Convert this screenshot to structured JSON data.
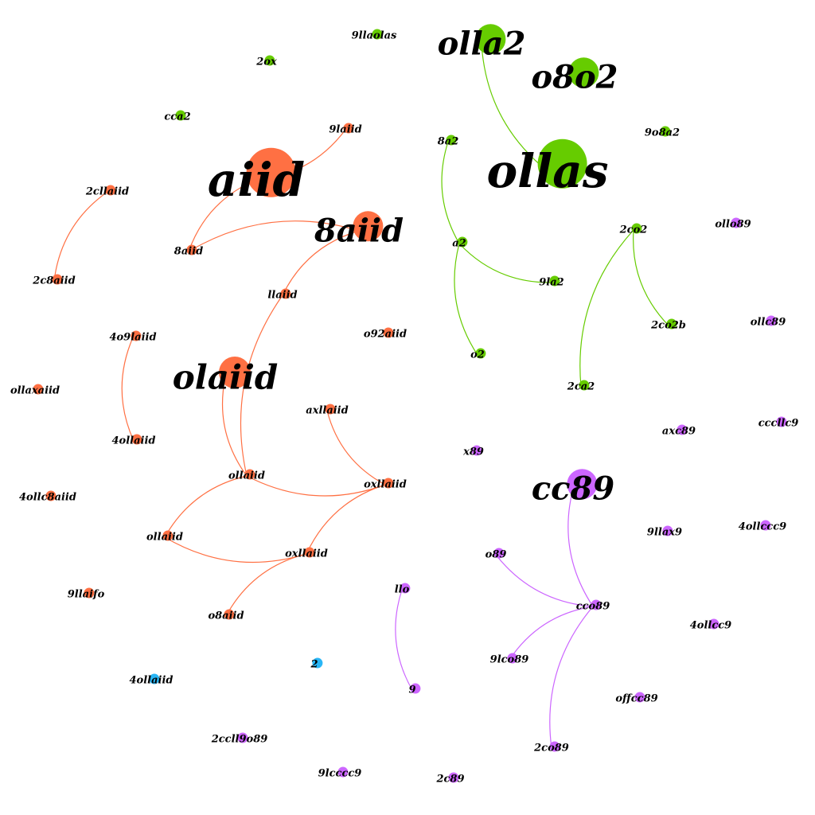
{
  "colors": {
    "orange": "#ff7043",
    "green": "#66cc00",
    "purple": "#cc66ff",
    "blue": "#29b6f6",
    "orange_edge": "#ff7043",
    "green_edge": "#66cc00",
    "purple_edge": "#cc66ff"
  },
  "nodes": [
    {
      "id": "n1",
      "label": "9llaolas",
      "cluster": "green",
      "weight": 1
    },
    {
      "id": "n2",
      "label": "olla2",
      "cluster": "green",
      "weight": 4
    },
    {
      "id": "n3",
      "label": "2ox",
      "cluster": "green",
      "weight": 1
    },
    {
      "id": "n4",
      "label": "o8o2",
      "cluster": "green",
      "weight": 4
    },
    {
      "id": "n5",
      "label": "ollas",
      "cluster": "green",
      "weight": 7
    },
    {
      "id": "n6",
      "label": "9o8a2",
      "cluster": "green",
      "weight": 1
    },
    {
      "id": "n7",
      "label": "8a2",
      "cluster": "green",
      "weight": 1
    },
    {
      "id": "n8",
      "label": "a2",
      "cluster": "green",
      "weight": 1
    },
    {
      "id": "n9",
      "label": "9la2",
      "cluster": "green",
      "weight": 1
    },
    {
      "id": "n10",
      "label": "o2",
      "cluster": "green",
      "weight": 1
    },
    {
      "id": "n11",
      "label": "2co2",
      "cluster": "green",
      "weight": 1
    },
    {
      "id": "n12",
      "label": "2co2b",
      "cluster": "green",
      "weight": 1
    },
    {
      "id": "n13",
      "label": "2ca2",
      "cluster": "green",
      "weight": 1
    },
    {
      "id": "n14",
      "label": "cca2",
      "cluster": "green",
      "weight": 1
    },
    {
      "id": "o1",
      "label": "aiid",
      "cluster": "orange",
      "weight": 7
    },
    {
      "id": "o2",
      "label": "9laiid",
      "cluster": "orange",
      "weight": 1
    },
    {
      "id": "o3",
      "label": "8aiid",
      "cluster": "orange",
      "weight": 4
    },
    {
      "id": "o4",
      "label": "8aiid",
      "cluster": "orange",
      "weight": 1
    },
    {
      "id": "o5",
      "label": "2cllaiid",
      "cluster": "orange",
      "weight": 1
    },
    {
      "id": "o6",
      "label": "2c8aiid",
      "cluster": "orange",
      "weight": 1
    },
    {
      "id": "o7",
      "label": "llaiid",
      "cluster": "orange",
      "weight": 1
    },
    {
      "id": "o8",
      "label": "olaiid",
      "cluster": "orange",
      "weight": 6
    },
    {
      "id": "o9",
      "label": "4o9laiid",
      "cluster": "orange",
      "weight": 1
    },
    {
      "id": "o10",
      "label": "4ollaiid",
      "cluster": "orange",
      "weight": 1
    },
    {
      "id": "o11",
      "label": "o92aiid",
      "cluster": "orange",
      "weight": 1
    },
    {
      "id": "o12",
      "label": "ollaxaiid",
      "cluster": "orange",
      "weight": 1
    },
    {
      "id": "o13",
      "label": "axllaiid",
      "cluster": "orange",
      "weight": 1
    },
    {
      "id": "o14",
      "label": "ollaiid",
      "cluster": "orange",
      "weight": 1
    },
    {
      "id": "o15",
      "label": "oxllaiid",
      "cluster": "orange",
      "weight": 1
    },
    {
      "id": "o16",
      "label": "4ollc8aiid",
      "cluster": "orange",
      "weight": 1
    },
    {
      "id": "o17",
      "label": "ollaiid",
      "cluster": "orange",
      "weight": 1
    },
    {
      "id": "o18",
      "label": "oxllaiid",
      "cluster": "orange",
      "weight": 1
    },
    {
      "id": "o19",
      "label": "9llaifo",
      "cluster": "orange",
      "weight": 1
    },
    {
      "id": "o20",
      "label": "o8aiid",
      "cluster": "orange",
      "weight": 1
    },
    {
      "id": "p1",
      "label": "ollo89",
      "cluster": "purple",
      "weight": 1
    },
    {
      "id": "p2",
      "label": "ollc89",
      "cluster": "purple",
      "weight": 1
    },
    {
      "id": "p3",
      "label": "cccllc9",
      "cluster": "purple",
      "weight": 1
    },
    {
      "id": "p4",
      "label": "axc89",
      "cluster": "purple",
      "weight": 1
    },
    {
      "id": "p5",
      "label": "x89",
      "cluster": "purple",
      "weight": 1
    },
    {
      "id": "p6",
      "label": "cc89",
      "cluster": "purple",
      "weight": 4
    },
    {
      "id": "p7",
      "label": "9llax9",
      "cluster": "purple",
      "weight": 1
    },
    {
      "id": "p8",
      "label": "4ollccc9",
      "cluster": "purple",
      "weight": 1
    },
    {
      "id": "p9",
      "label": "o89",
      "cluster": "purple",
      "weight": 1
    },
    {
      "id": "p10",
      "label": "llo",
      "cluster": "purple",
      "weight": 1
    },
    {
      "id": "p11",
      "label": "cco89",
      "cluster": "purple",
      "weight": 1
    },
    {
      "id": "p12",
      "label": "4ollcc9",
      "cluster": "purple",
      "weight": 1
    },
    {
      "id": "p13",
      "label": "9lco89",
      "cluster": "purple",
      "weight": 1
    },
    {
      "id": "p14",
      "label": "9",
      "cluster": "purple",
      "weight": 1
    },
    {
      "id": "p15",
      "label": "offcc89",
      "cluster": "purple",
      "weight": 1
    },
    {
      "id": "p16",
      "label": "2co89",
      "cluster": "purple",
      "weight": 1
    },
    {
      "id": "p17",
      "label": "2ccll9o89",
      "cluster": "purple",
      "weight": 1
    },
    {
      "id": "p18",
      "label": "9lcccc9",
      "cluster": "purple",
      "weight": 1
    },
    {
      "id": "p19",
      "label": "2c89",
      "cluster": "purple",
      "weight": 1
    },
    {
      "id": "b1",
      "label": "2",
      "cluster": "blue",
      "weight": 1
    },
    {
      "id": "b2",
      "label": "4ollaiid",
      "cluster": "blue",
      "weight": 1
    }
  ],
  "edges": [
    {
      "from": "n2",
      "to": "n5"
    },
    {
      "from": "n7",
      "to": "n8"
    },
    {
      "from": "n8",
      "to": "n9"
    },
    {
      "from": "n8",
      "to": "n10"
    },
    {
      "from": "n11",
      "to": "n12"
    },
    {
      "from": "n11",
      "to": "n13"
    },
    {
      "from": "o1",
      "to": "o2"
    },
    {
      "from": "o1",
      "to": "o4"
    },
    {
      "from": "o3",
      "to": "o4"
    },
    {
      "from": "o3",
      "to": "o7"
    },
    {
      "from": "o5",
      "to": "o6"
    },
    {
      "from": "o7",
      "to": "o14"
    },
    {
      "from": "o8",
      "to": "o14"
    },
    {
      "from": "o9",
      "to": "o10"
    },
    {
      "from": "o13",
      "to": "o15"
    },
    {
      "from": "o14",
      "to": "o15"
    },
    {
      "from": "o14",
      "to": "o17"
    },
    {
      "from": "o17",
      "to": "o18"
    },
    {
      "from": "o15",
      "to": "o18"
    },
    {
      "from": "o18",
      "to": "o20"
    },
    {
      "from": "p6",
      "to": "p11"
    },
    {
      "from": "p9",
      "to": "p11"
    },
    {
      "from": "p11",
      "to": "p13"
    },
    {
      "from": "p11",
      "to": "p16"
    },
    {
      "from": "p10",
      "to": "p14"
    }
  ]
}
